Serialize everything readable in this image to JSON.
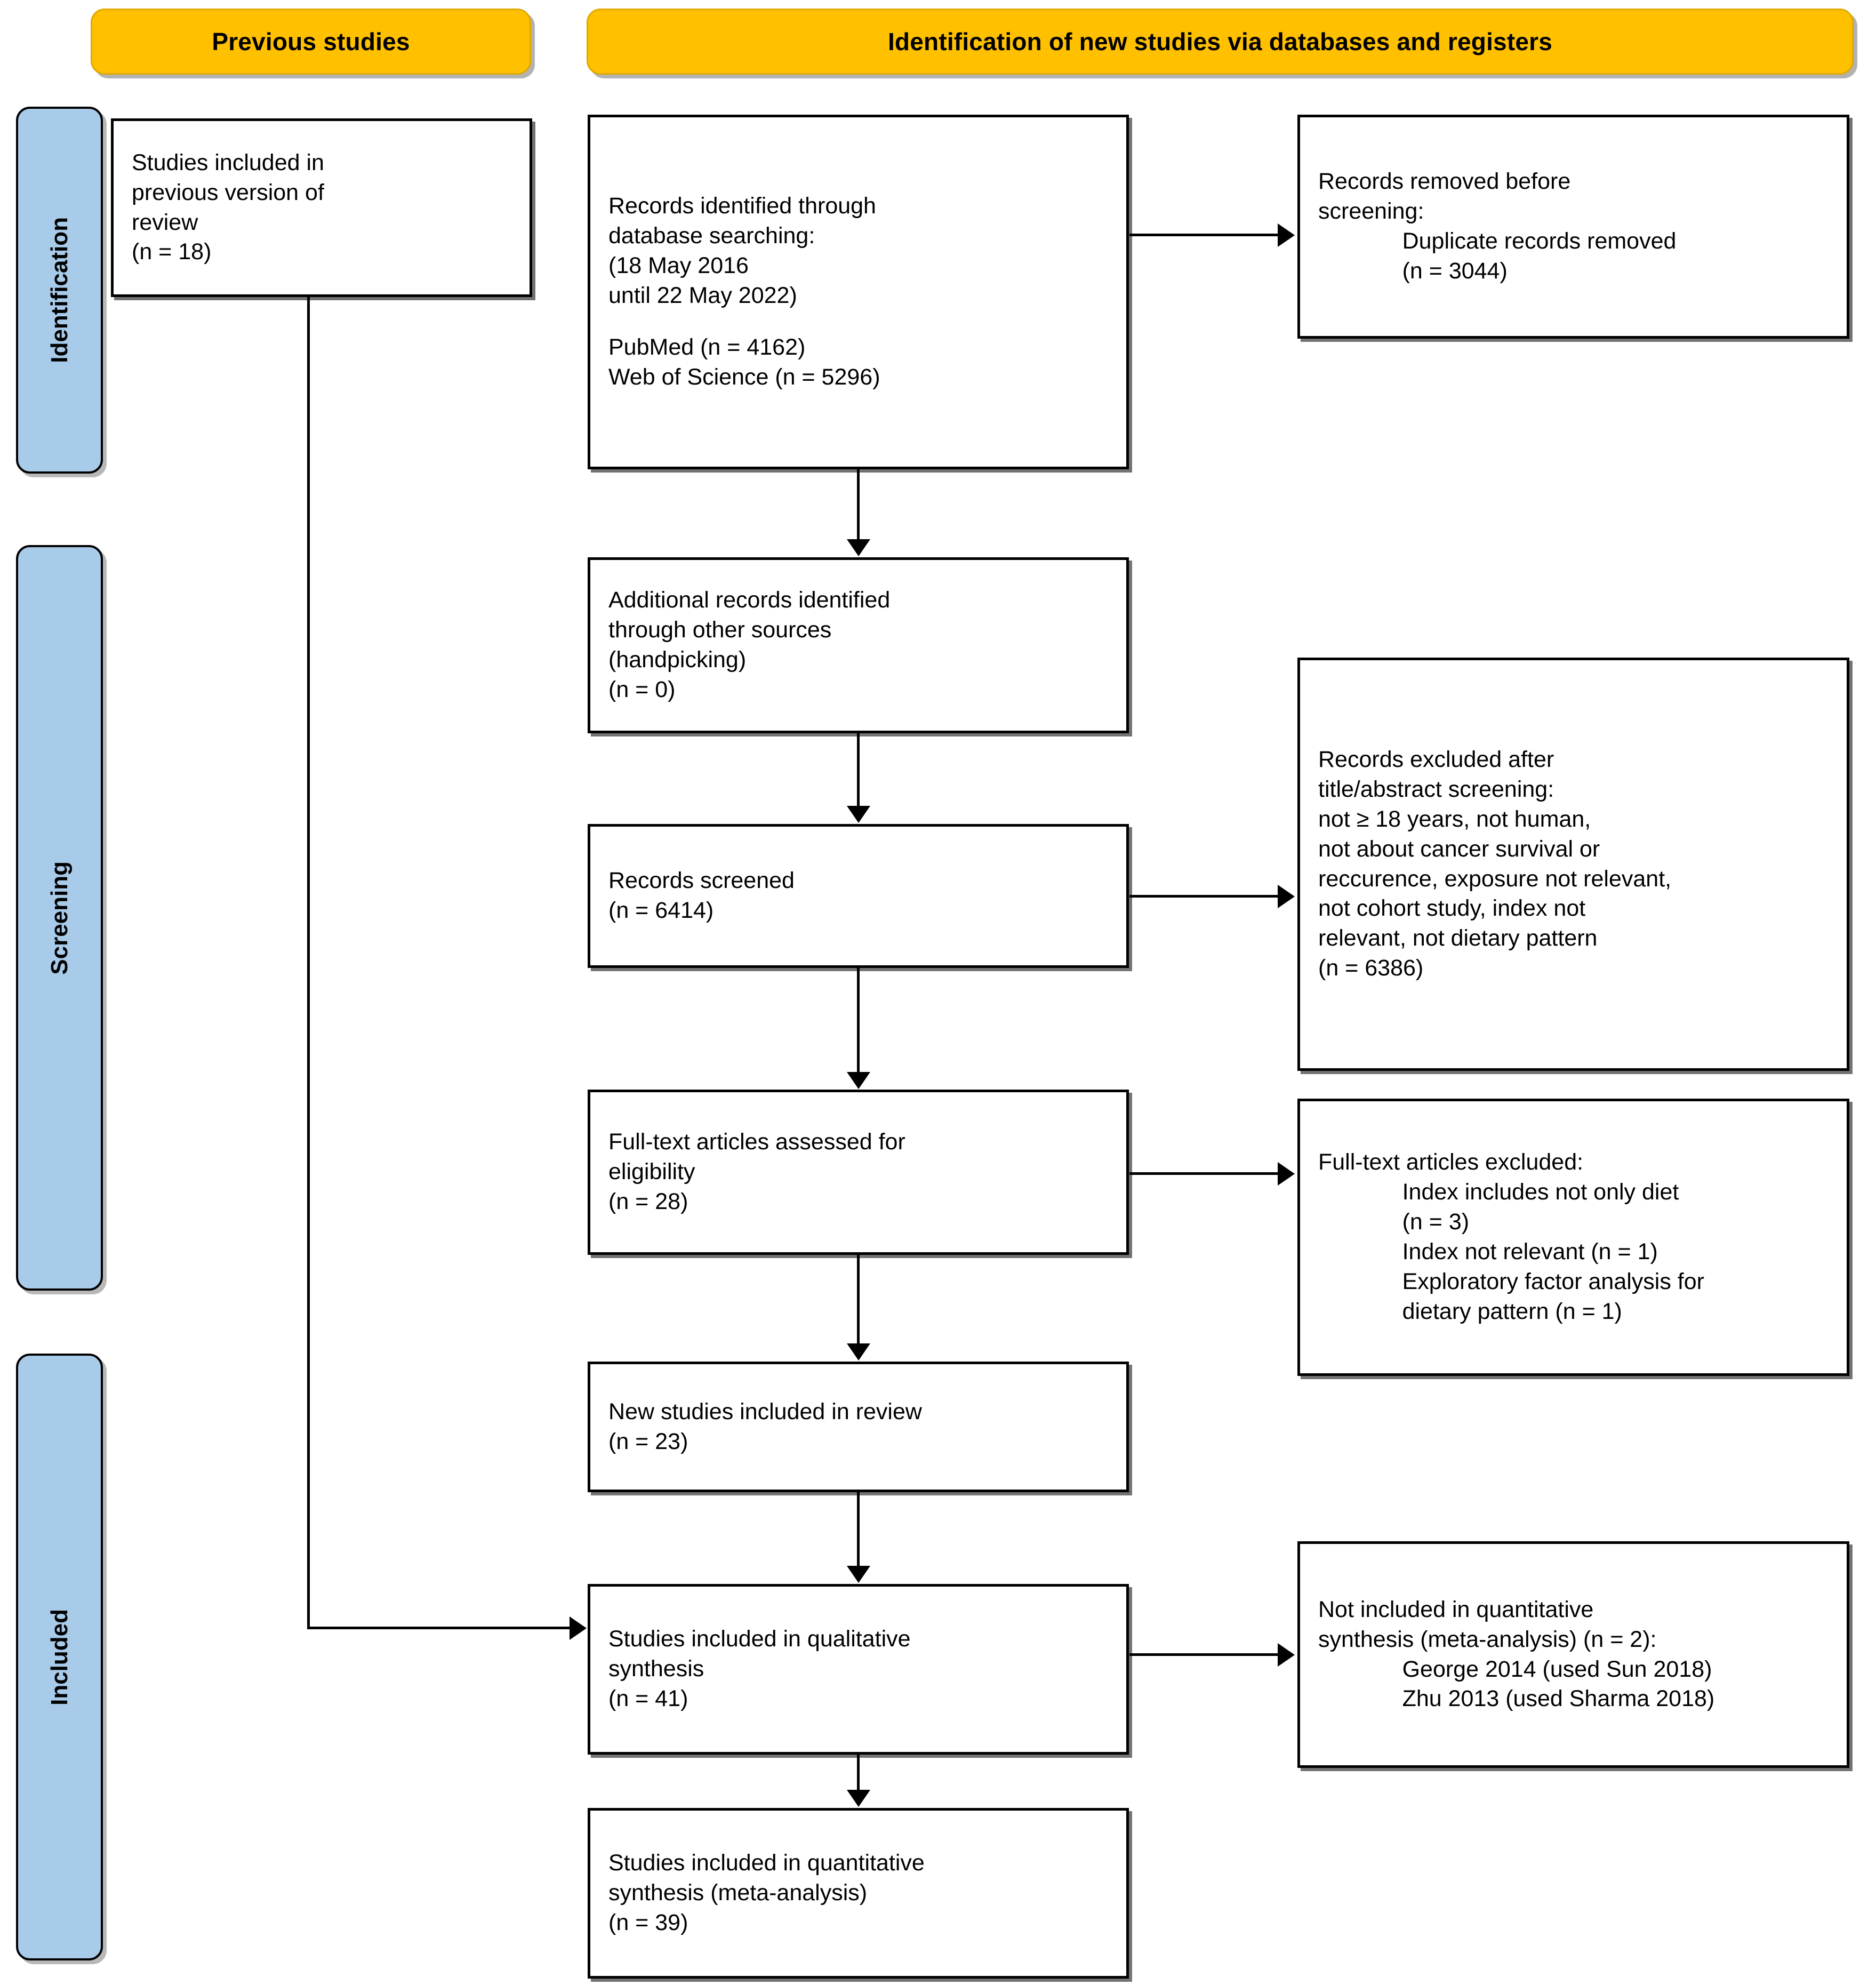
{
  "diagram": {
    "title": "PRISMA flow diagram",
    "colors": {
      "banner_fill": "#FFC000",
      "stage_fill": "#A8CBEA",
      "box_border": "#000000",
      "background": "#FFFFFF"
    }
  },
  "banners": {
    "previous": "Previous studies",
    "new": "Identification of new studies via databases and registers"
  },
  "stages": [
    {
      "label": "Identification"
    },
    {
      "label": "Screening"
    },
    {
      "label": "Included"
    }
  ],
  "boxes": {
    "previous_studies": {
      "lines": [
        "Studies included in",
        "previous version of",
        "review",
        "(n = 18)"
      ]
    },
    "records_identified": {
      "lines": [
        "Records identified through",
        "database searching:",
        "(18 May 2016",
        "until 22 May 2022)",
        "",
        "PubMed (n = 4162)",
        "Web of Science (n = 5296)"
      ]
    },
    "records_removed": {
      "lines": [
        "Records removed before",
        "screening:",
        "\tDuplicate records removed",
        "\t(n = 3044)"
      ]
    },
    "additional_records": {
      "lines": [
        "Additional records identified",
        "through other sources",
        "(handpicking)",
        "(n = 0)"
      ]
    },
    "records_screened": {
      "lines": [
        "Records screened",
        "(n = 6414)"
      ]
    },
    "records_excluded": {
      "lines": [
        "Records excluded after",
        "title/abstract screening:",
        "not ≥ 18 years, not human,",
        "not about cancer survival or",
        "reccurence, exposure not relevant,",
        "not cohort study, index not",
        "relevant, not dietary pattern",
        "(n = 6386)"
      ]
    },
    "fulltext_assessed": {
      "lines": [
        "Full-text articles assessed for",
        "eligibility",
        "(n = 28)"
      ]
    },
    "fulltext_excluded": {
      "lines": [
        "Full-text articles excluded:",
        "\tIndex includes not only diet",
        "\t(n = 3)",
        "\tIndex not relevant (n = 1)",
        "\tExploratory factor analysis for",
        "\tdietary pattern (n = 1)"
      ]
    },
    "new_studies_included": {
      "lines": [
        "New studies included in review",
        "(n = 23)"
      ]
    },
    "qualitative_synthesis": {
      "lines": [
        "Studies included in qualitative",
        "synthesis",
        "(n = 41)"
      ]
    },
    "not_included_quantitative": {
      "lines": [
        "Not included in quantitative",
        "synthesis (meta-analysis) (n = 2):",
        "\tGeorge 2014 (used Sun 2018)",
        "\tZhu 2013 (used Sharma 2018)"
      ]
    },
    "quantitative_synthesis": {
      "lines": [
        "Studies included in quantitative",
        "synthesis (meta-analysis)",
        "(n = 39)"
      ]
    }
  }
}
